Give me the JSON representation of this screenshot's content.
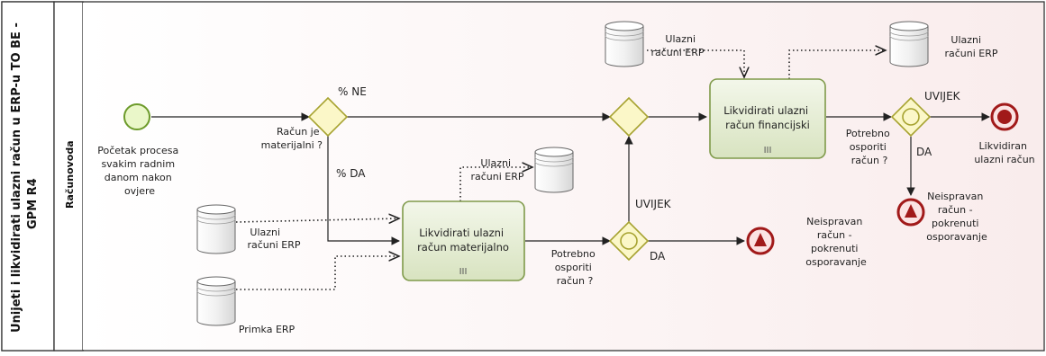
{
  "pool": {
    "title_line1": "Unijeti i likvidirati ulazni račun u ERP-u TO BE -",
    "title_line2": "GPM R4",
    "lane": "Računovoda"
  },
  "start_event": {
    "label": [
      "Početak procesa",
      "svakim radnim",
      "danom nakon",
      "ovjere"
    ]
  },
  "gateway1": {
    "question": [
      "Račun je",
      "materijalni ?"
    ],
    "out_top": "% NE",
    "out_bottom": "% DA"
  },
  "task_material": {
    "label": [
      "Likvidirati ulazni",
      "račun materijalno"
    ],
    "marker": "III"
  },
  "task_financial": {
    "label": [
      "Likvidirati ulazni",
      "račun financijski"
    ],
    "marker": "III"
  },
  "gateway_material": {
    "question": [
      "Potrebno",
      "osporiti",
      "račun ?"
    ],
    "yes": "DA",
    "always": "UVIJEK"
  },
  "gateway_financial": {
    "question": [
      "Potrebno",
      "osporiti",
      "račun ?"
    ],
    "yes": "DA",
    "always": "UVIJEK"
  },
  "data_stores": {
    "input_material": [
      "Ulazni",
      "računi ERP"
    ],
    "receipt": [
      "Primka ERP"
    ],
    "output_material": [
      "Ulazni",
      "računi ERP"
    ],
    "input_financial": [
      "Ulazni",
      "računi ERP"
    ],
    "output_financial": [
      "Ulazni",
      "računi ERP"
    ]
  },
  "end_material_error": [
    "Neispravan",
    "račun -",
    "pokrenuti",
    "osporavanje"
  ],
  "end_financial_error": [
    "Neispravan",
    "račun -",
    "pokrenuti",
    "osporavanje"
  ],
  "end_success": [
    "Likvidiran",
    "ulazni račun"
  ],
  "colors": {
    "task_fill": "#e3ecd1",
    "task_stroke": "#7f9a4a",
    "gateway_fill": "#fbf7c8",
    "gateway_stroke": "#a7a331",
    "start_fill": "#eaf7c9",
    "start_stroke": "#6d9b2b",
    "end_fill": "#fbe3e3",
    "end_stroke": "#a11a1a"
  }
}
